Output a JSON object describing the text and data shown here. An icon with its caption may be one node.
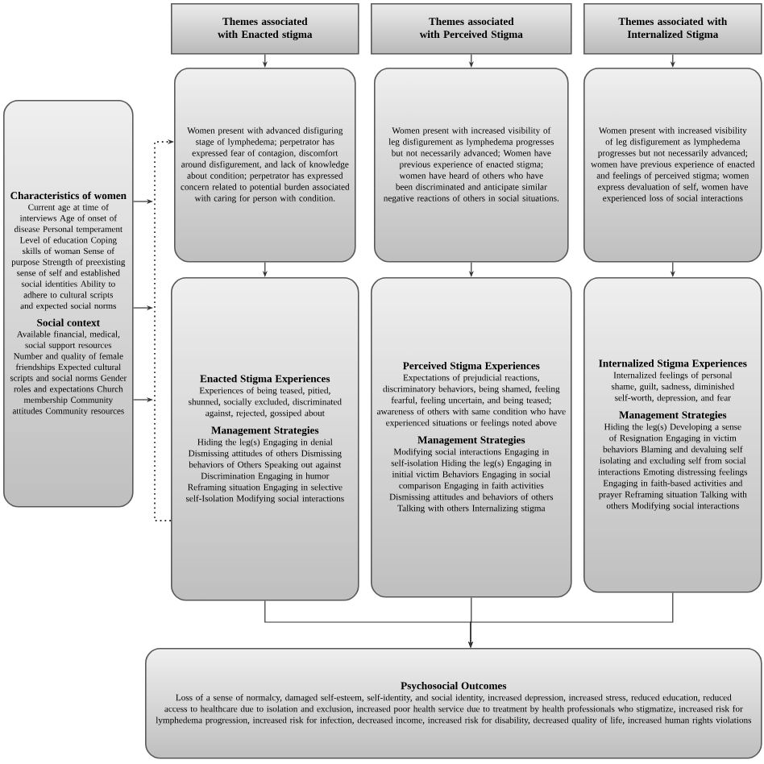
{
  "diagram": {
    "nodes": [
      {
        "text": [
          "Characteristics of women",
          "Current age at time of interviews Age of onset of disease Personal temperament Level of education Coping skills of woman Sense of purpose Strength of preexisting sense of self and established social identities Ability to adhere to cultural scripts and expected social norms",
          "Social context",
          "Available financial, medical, social support resources Number and quality of female friendships Expected cultural scripts and social norms Gender roles and expectations Church membership Community attitudes Community resources"
        ]
      },
      {
        "text": [
          "Themes associated with Enacted stigma"
        ]
      },
      {
        "text": [
          "Themes associated with Perceived Stigma"
        ]
      },
      {
        "text": [
          "Themes associated with Internalized Stigma"
        ]
      },
      {
        "text": [
          "Women present with advanced disfiguring stage of lymphedema; perpetrator has expressed fear of contagion, discomfort around disfigurement, and lack of knowledge about condition; perpetrator has expressed concern related to potential burden associated with caring for person with condition."
        ]
      },
      {
        "text": [
          "Women present with increased visibility of leg disfigurement as lymphedema progresses but not necessarily advanced; Women have previous experience of enacted stigma; women have heard of others who have been discriminated and anticipate similar negative reactions of others in social situations."
        ]
      },
      {
        "text": [
          "Women present with increased visibility of leg disfigurement as lymphedema progresses but not necessarily advanced; women have previous experience of enacted and feelings of perceived stigma; women express devaluation of self, women have experienced loss of social interactions"
        ]
      },
      {
        "text": [
          "Enacted Stigma Experiences",
          "Experiences of being teased, pitied, shunned, socially excluded, discriminated against, rejected, gossiped about",
          "Management Strategies",
          "Hiding the leg(s) Engaging in denial Dismissing attitudes of others Dismissing behaviors of Others Speaking out against Discrimination Engaging in humor Reframing situation Engaging in selective self-Isolation Modifying social interactions"
        ]
      },
      {
        "text": [
          "Perceived Stigma Experiences",
          "Expectations of prejudicial reactions, discriminatory behaviors, being shamed, feeling fearful, feeling uncertain, and being teased; awareness of others with same condition who have experienced situations or feelings noted above",
          "Management Strategies",
          "Modifying social interactions Engaging in self-isolation Hiding the leg(s) Engaging in initial victim Behaviors Engaging in social comparison Engaging in faith activities Dismissing attitudes and behaviors of others Talking with others Internalizing stigma"
        ]
      },
      {
        "text": [
          "Internalized Stigma Experiences",
          "Internalized feelings of personal shame, guilt, sadness, diminished self-worth, depression, and fear",
          "Management Strategies",
          "Hiding the leg(s) Developing a sense of Resignation Engaging in victim behaviors Blaming and devaluing self isolating and excluding self from social interactions Emoting distressing feelings Engaging in faith-based activities and prayer Reframing situation Talking with others Modifying social interactions"
        ]
      },
      {
        "text": [
          "Psychosocial Outcomes",
          "Loss of a sense of normalcy, damaged self-esteem, self-identity, and social identity, increased depression, increased stress, reduced education, reduced access to healthcare due to isolation and exclusion, increased poor health service due to treatment by health professionals who stigmatize, increased risk for lymphedema progression, increased risk for infection, decreased income, increased risk for disability, decreased quality of life, increased human rights violations"
        ]
      }
    ],
    "edges": [
      {
        "from": 1,
        "to": 4,
        "arrow": "to"
      },
      {
        "from": 2,
        "to": 5,
        "arrow": "to"
      },
      {
        "from": 3,
        "to": 6,
        "arrow": "to"
      },
      {
        "from": 4,
        "to": 7,
        "arrow": "to"
      },
      {
        "from": 5,
        "to": 8,
        "arrow": "to"
      },
      {
        "from": 6,
        "to": 9,
        "arrow": "to"
      },
      {
        "from": 7,
        "to": 10,
        "arrow": "to"
      },
      {
        "from": 8,
        "to": 10,
        "arrow": "to"
      },
      {
        "from": 9,
        "to": 10,
        "arrow": "to"
      },
      {
        "from": 7,
        "to": 4,
        "arrow": "to",
        "style": "dashed"
      },
      {
        "from": 0,
        "to": null,
        "arrow": "to"
      },
      {
        "from": 0,
        "to": null,
        "arrow": "to"
      },
      {
        "from": 0,
        "to": null,
        "arrow": "to"
      }
    ]
  }
}
